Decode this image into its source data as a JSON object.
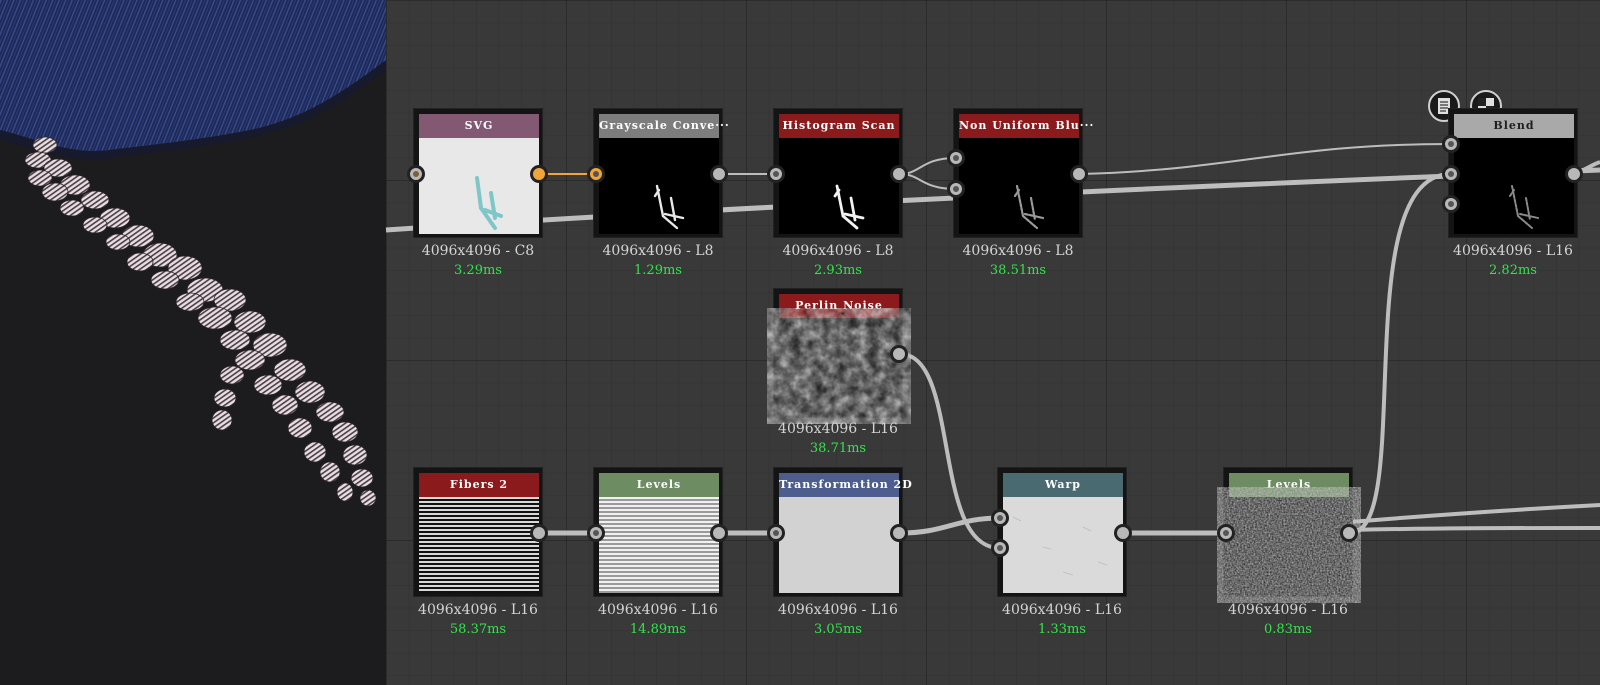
{
  "colors": {
    "graph_bg": "#393939",
    "time_green": "#34e34b",
    "wire_gray": "#bdbdbd",
    "wire_orange": "#f0a53a",
    "header_pink": "#835873",
    "header_gray": "#7d7d7d",
    "header_red": "#8b1a1c",
    "header_green": "#6d8c62",
    "header_blue": "#4d5d8d",
    "header_teal": "#4a6a72",
    "header_lightgray": "#a9a9a9"
  },
  "nodes": [
    {
      "id": "svg",
      "title": "SVG",
      "resolution": "4096x4096 - C8",
      "time": "3.29ms",
      "header_color": "#835873",
      "preview": "svg-icon"
    },
    {
      "id": "grayscale",
      "title": "Grayscale Conve···",
      "resolution": "4096x4096 - L8",
      "time": "1.29ms",
      "header_color": "#7d7d7d",
      "preview": "branch-mask"
    },
    {
      "id": "histogram",
      "title": "Histogram Scan",
      "resolution": "4096x4096 - L8",
      "time": "2.93ms",
      "header_color": "#8b1a1c",
      "preview": "branch-mask"
    },
    {
      "id": "nonuniform",
      "title": "Non Uniform Blu···",
      "resolution": "4096x4096 - L8",
      "time": "38.51ms",
      "header_color": "#8b1a1c",
      "preview": "branch-blur"
    },
    {
      "id": "blend",
      "title": "Blend",
      "resolution": "4096x4096 - L16",
      "time": "2.82ms",
      "header_color": "#a9a9a9",
      "preview": "branch-blur"
    },
    {
      "id": "perlin",
      "title": "Perlin Noise",
      "resolution": "4096x4096 - L16",
      "time": "38.71ms",
      "header_color": "#8b1a1c",
      "preview": "noise"
    },
    {
      "id": "fibers",
      "title": "Fibers 2",
      "resolution": "4096x4096 - L16",
      "time": "58.37ms",
      "header_color": "#8b1a1c",
      "preview": "stripes"
    },
    {
      "id": "levels1",
      "title": "Levels",
      "resolution": "4096x4096 - L16",
      "time": "14.89ms",
      "header_color": "#6d8c62",
      "preview": "stripes-light"
    },
    {
      "id": "transform",
      "title": "Transformation 2D",
      "resolution": "4096x4096 - L16",
      "time": "3.05ms",
      "header_color": "#4d5d8d",
      "preview": "flat-light"
    },
    {
      "id": "warp",
      "title": "Warp",
      "resolution": "4096x4096 - L16",
      "time": "1.33ms",
      "header_color": "#4a6a72",
      "preview": "flat-lighter"
    },
    {
      "id": "levels2",
      "title": "Levels",
      "resolution": "4096x4096 - L16",
      "time": "0.83ms",
      "header_color": "#6d8c62",
      "preview": "flat-gray"
    }
  ],
  "toolbar_icons": [
    {
      "name": "document-icon"
    },
    {
      "name": "checker-icon"
    }
  ]
}
